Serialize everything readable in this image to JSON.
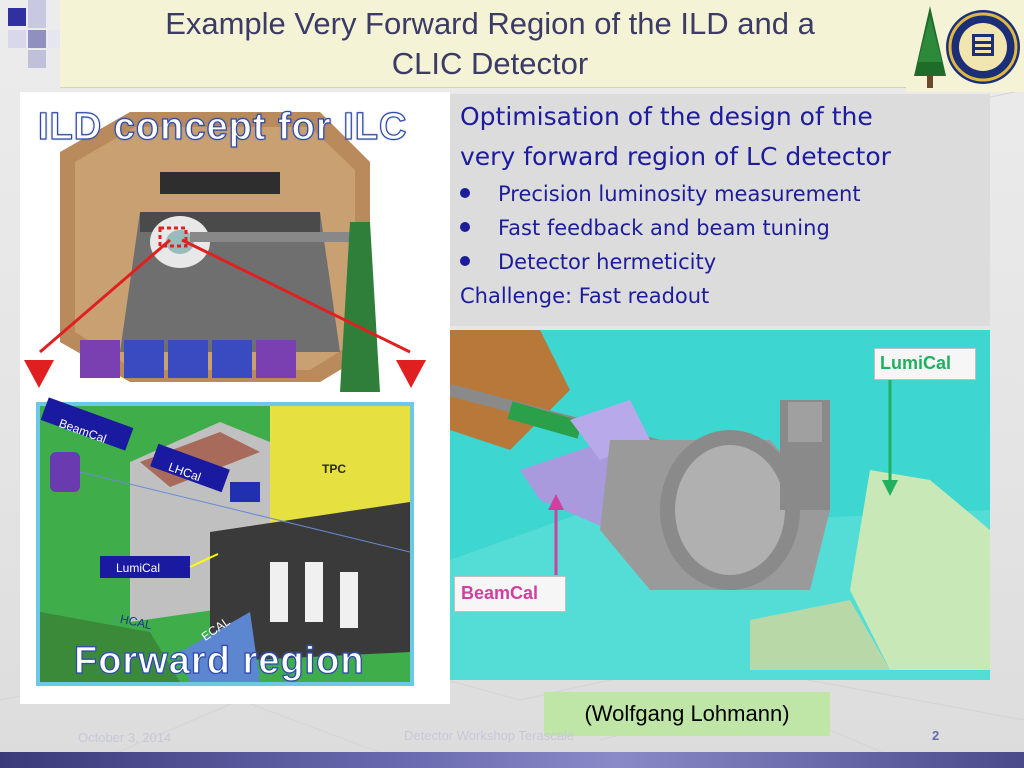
{
  "slide": {
    "title_line1": "Example Very Forward Region of the ILD and a",
    "title_line2": "CLIC Detector"
  },
  "left_figure": {
    "top_caption": "ILD concept for ILC",
    "bottom_caption": "Forward region",
    "labels": {
      "beamcal": "BeamCal",
      "lhcal": "LHCal",
      "tpc": "TPC",
      "lumical": "LumiCal",
      "hcal": "HCAL",
      "ecal": "ECAL"
    }
  },
  "text_box": {
    "heading_line1": "Optimisation of the design of the",
    "heading_line2": "very forward region of LC detector",
    "bullets": [
      "Precision luminosity measurement",
      "Fast feedback and beam tuning",
      "Detector hermeticity"
    ],
    "challenge": "Challenge: Fast readout"
  },
  "right_figure": {
    "lumical_label": "LumiCal",
    "beamcal_label": "BeamCal"
  },
  "credit": "(Wolfgang Lohmann)",
  "footer": {
    "date": "October 3, 2014",
    "event": "Detector Workshop Terascale",
    "page_number": "2"
  },
  "colors": {
    "title_text": "#3b3b66",
    "body_text": "#1c1c9c",
    "banner": "#f4f3d6",
    "credit_bg": "#bfe6a6",
    "arrow_red": "#e02020"
  },
  "icons": {
    "logo": "university-seal-icon"
  }
}
